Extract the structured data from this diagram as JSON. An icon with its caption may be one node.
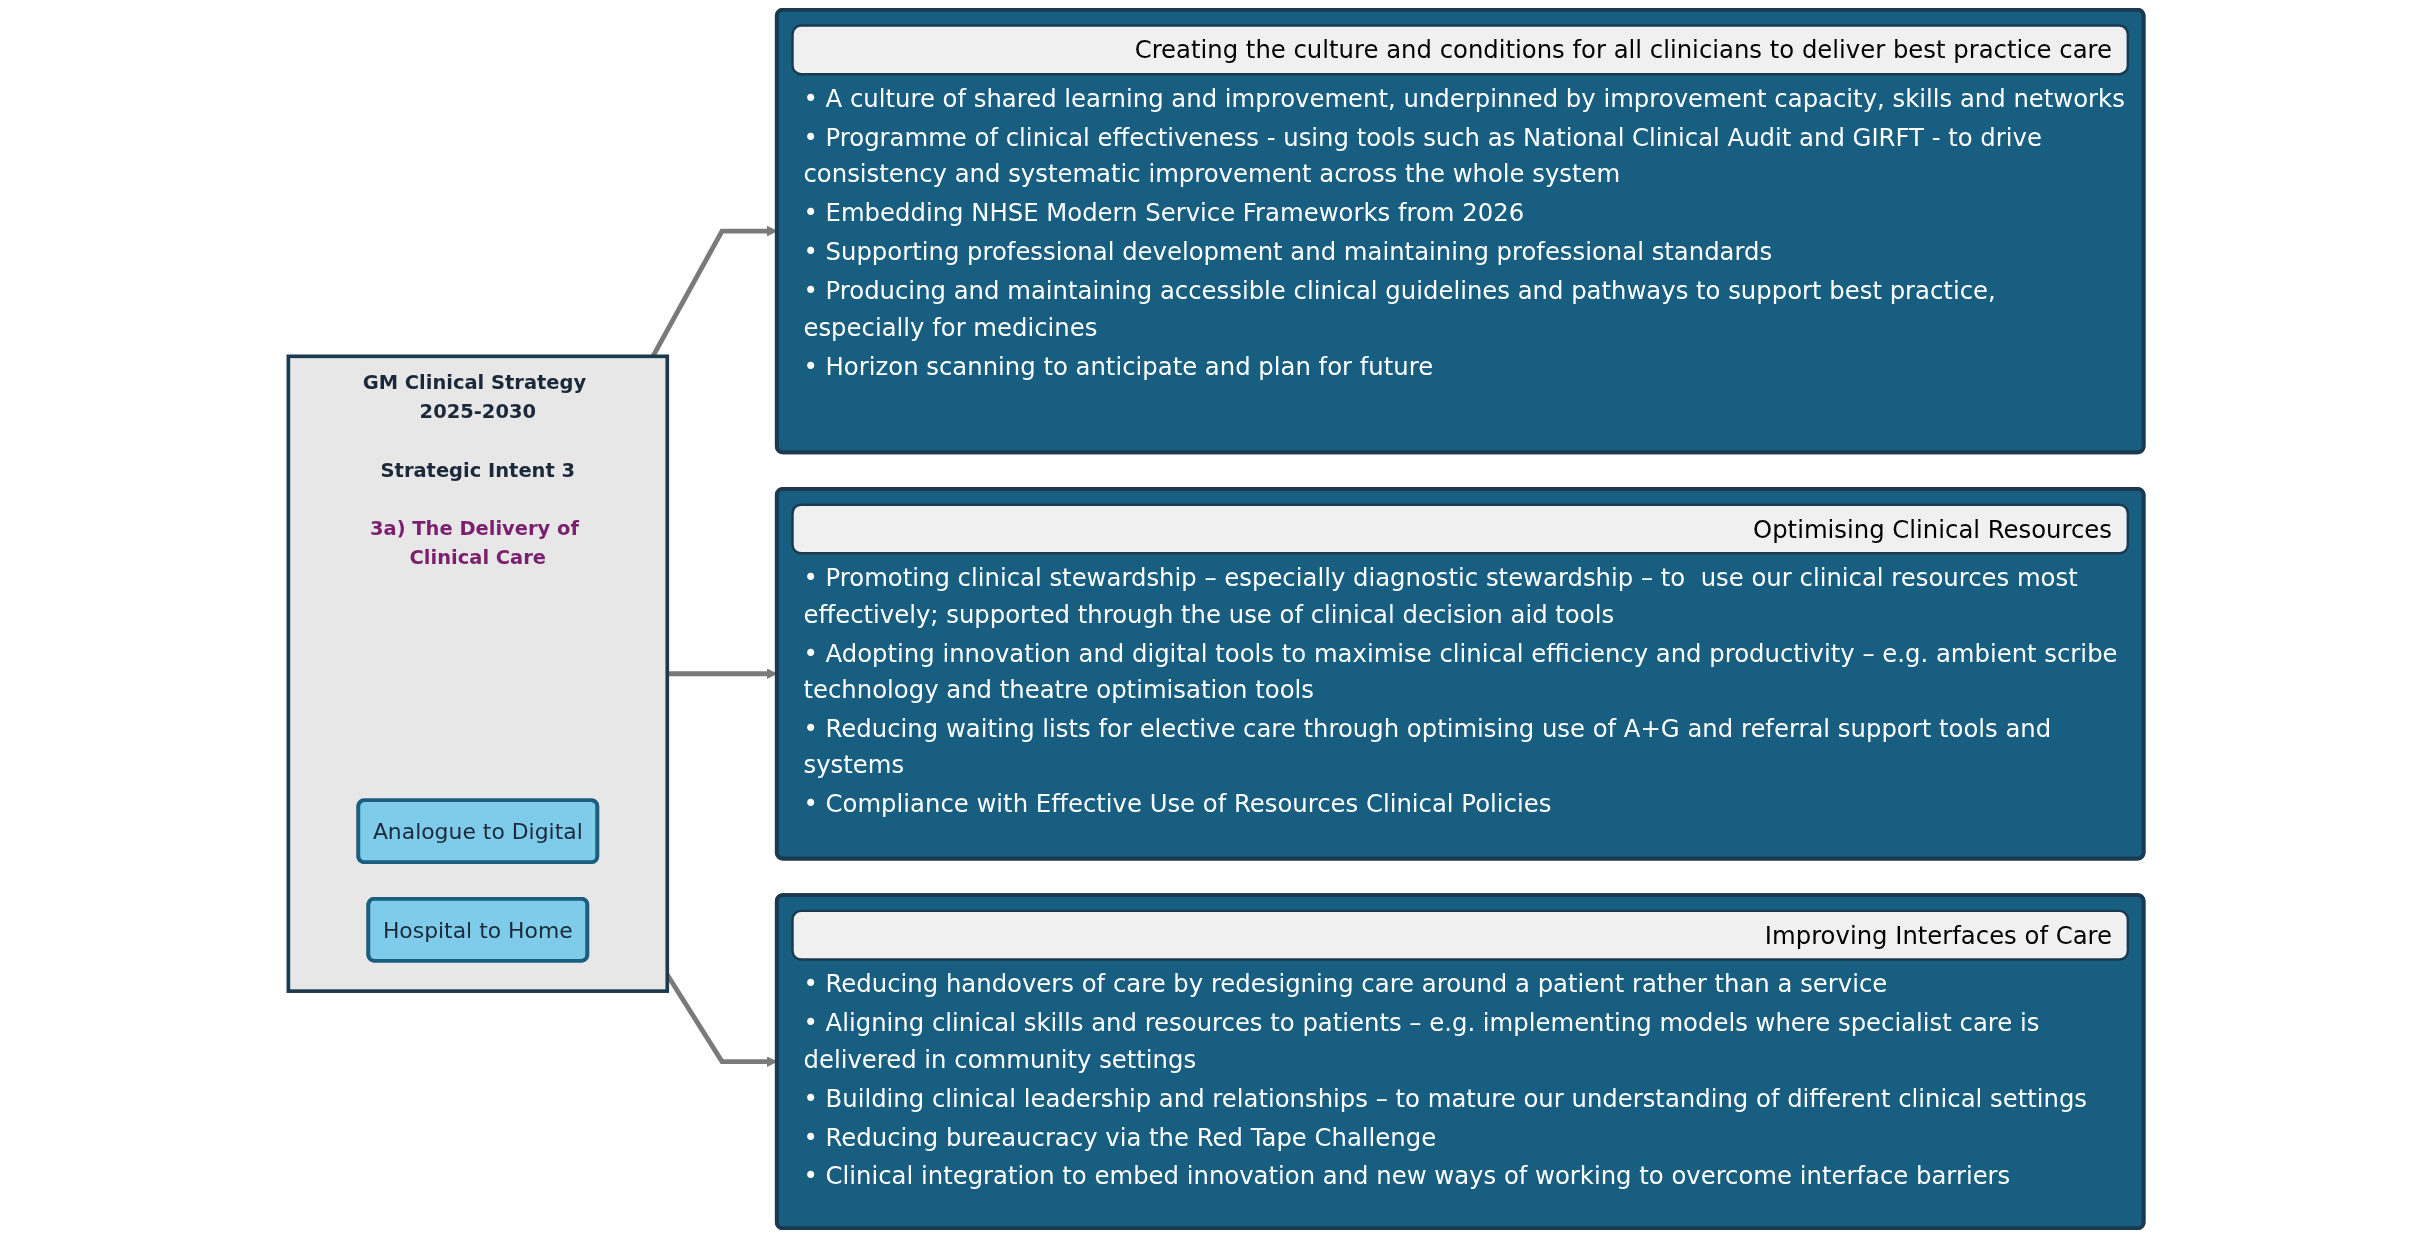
{
  "diagram": {
    "nodes": [
      {
        "text": [
          "GM Clinical Strategy 2025-2030",
          "Strategic Intent 3",
          "3a) The Delivery of Clinical Care"
        ]
      },
      {
        "text": [
          "Analogue to Digital"
        ],
        "in": 0
      },
      {
        "text": [
          "Hospital to Home"
        ],
        "in": 0
      },
      {
        "text": [
          "Creating the culture and conditions for all clinicians to deliver best practice care",
          "• A culture of shared learning and improvement, underpinned by improvement capacity, skills and networks",
          "• Programme of clinical effectiveness - using tools such as National Clinical Audit and GIRFT - to drive consistency and systematic improvement across the whole system",
          "• Embedding NHSE Modern Service Frameworks from 2026",
          "• Supporting professional development and maintaining professional standards",
          "• Producing and maintaining accessible clinical guidelines and pathways to support best practice, especially for medicines",
          "• Horizon scanning to anticipate and plan for future"
        ]
      },
      {
        "text": [
          "Optimising Clinical Resources",
          "• Promoting clinical stewardship – especially diagnostic stewardship – to  use our clinical resources most effectively; supported through the use of clinical decision aid tools",
          "• Adopting innovation and digital tools to maximise clinical efficiency and productivity – e.g. ambient scribe technology and theatre optimisation tools",
          "• Reducing waiting lists for elective care through optimising use of A+G and referral support tools and systems",
          "• Compliance with Effective Use of Resources Clinical Policies"
        ]
      },
      {
        "text": [
          "Improving Interfaces of Care",
          "• Reducing handovers of care by redesigning care around a patient rather than a service",
          "• Aligning clinical skills and resources to patients – e.g. implementing models where specialist care is delivered in community settings",
          "• Building clinical leadership and relationships – to mature our understanding of different clinical settings",
          "• Reducing bureaucracy via the Red Tape Challenge",
          "• Clinical integration to embed innovation and new ways of working to overcome interface barriers"
        ]
      }
    ],
    "edges": [
      {
        "from": 0,
        "to": 3,
        "arrow": "to"
      },
      {
        "from": 0,
        "to": 4,
        "arrow": "to"
      },
      {
        "from": 0,
        "to": 5,
        "arrow": "to"
      }
    ]
  }
}
